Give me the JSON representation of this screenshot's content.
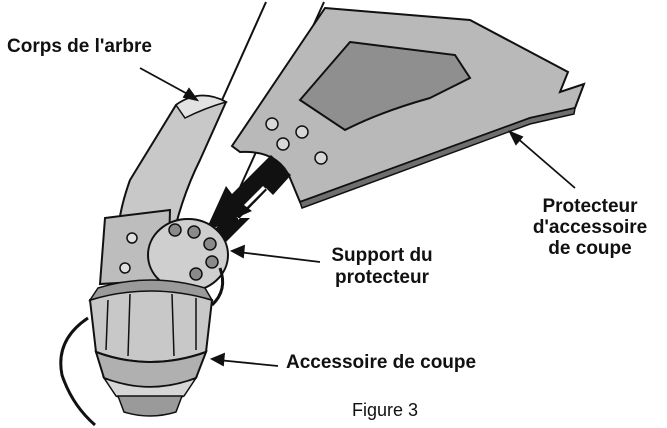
{
  "labels": {
    "shaft_body": "Corps de l'arbre",
    "guard_line1": "Protecteur",
    "guard_line2": "d'accessoire",
    "guard_line3": "de coupe",
    "support_line1": "Support du",
    "support_line2": "protecteur",
    "attachment": "Accessoire de coupe",
    "figure_caption": "Figure 3"
  },
  "colors": {
    "ink": "#111111",
    "guard_fill": "#b9b9b9",
    "guard_window": "#8f8f8f",
    "metal_fill": "#c8c8c8",
    "dark_fill": "#6f6f6f"
  },
  "icons": {
    "direction_arrow": "arrow-down-left-icon"
  }
}
